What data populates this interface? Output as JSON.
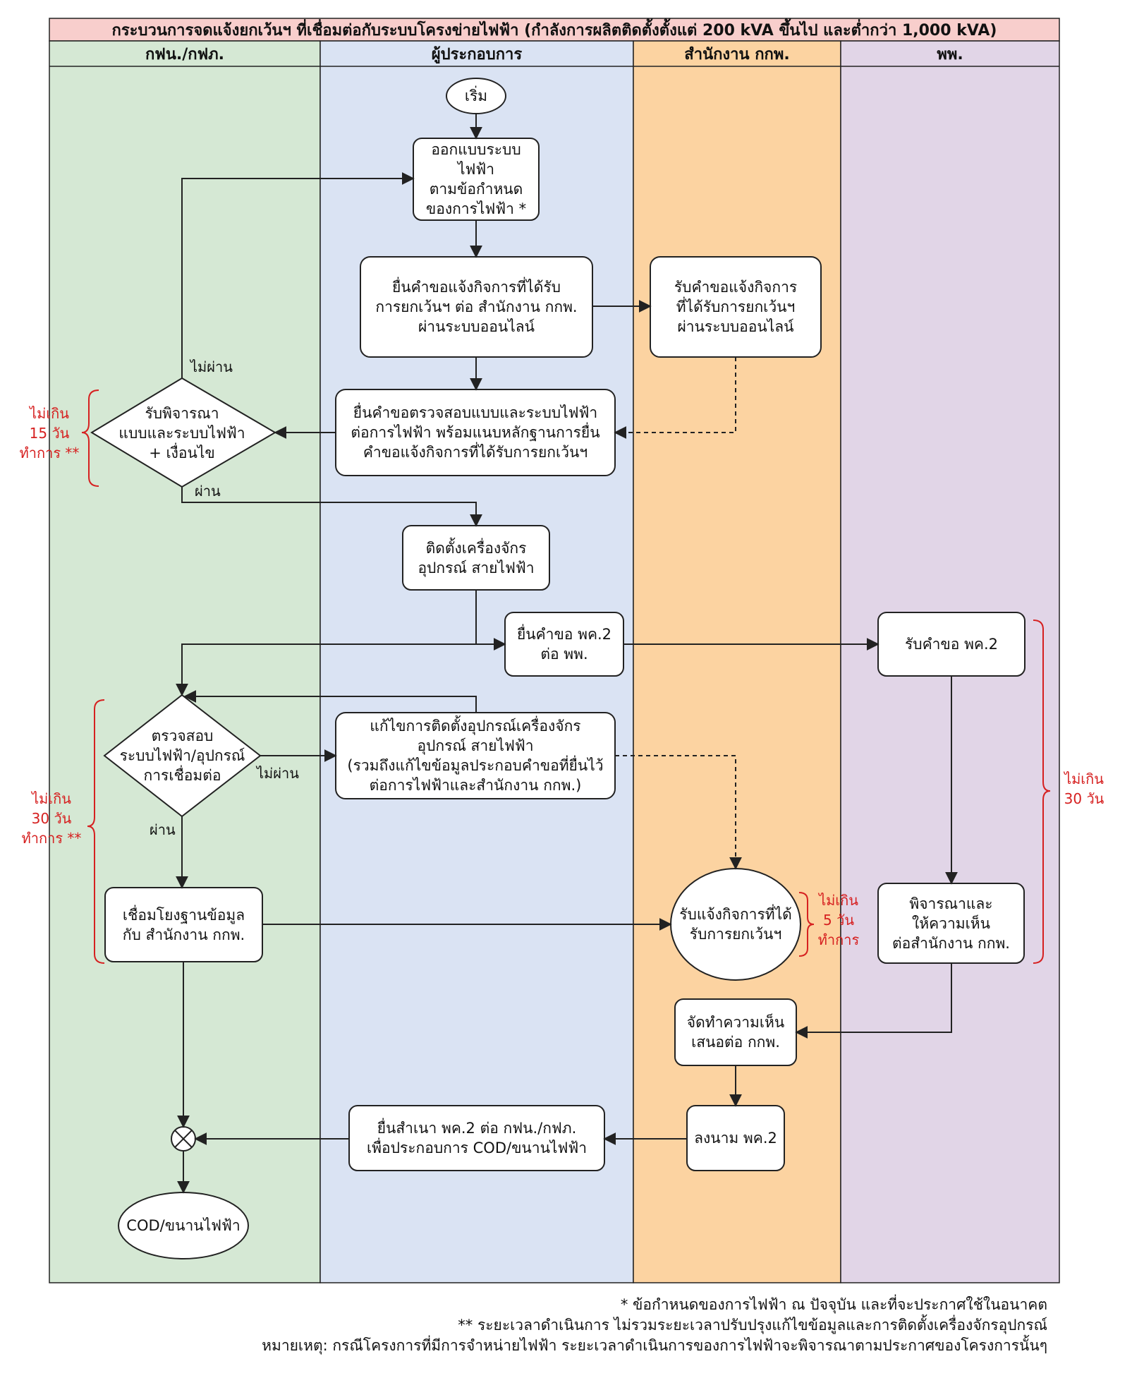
{
  "title": "กระบวนการจดแจ้งยกเว้นฯ ที่เชื่อมต่อกับระบบโครงข่ายไฟฟ้า (กำลังการผลิตติดตั้งตั้งแต่ 200 kVA ขึ้นไป และต่ำกว่า 1,000 kVA)",
  "lanes": [
    {
      "name": "กฟน./กฟภ.",
      "color": "#d5e8d4"
    },
    {
      "name": "ผู้ประกอบการ",
      "color": "#dae3f3"
    },
    {
      "name": "สำนักงาน กกพ.",
      "color": "#fcd3a1"
    },
    {
      "name": "พพ.",
      "color": "#e1d5e7"
    }
  ],
  "colors": {
    "title_bg": "#f8cecc",
    "line": "#222222",
    "annotation": "#d62020"
  },
  "nodes": {
    "start": "เริ่ม",
    "design": "ออกแบบระบบ\nไฟฟ้า\nตามข้อกำหนด\nของการไฟฟ้า *",
    "submit_notice": "ยื่นคำขอแจ้งกิจการที่ได้รับ\nการยกเว้นฯ ต่อ สำนักงาน กกพ.\nผ่านระบบออนไลน์",
    "receive_notice": "รับคำขอแจ้งกิจการ\nที่ได้รับการยกเว้นฯ\nผ่านระบบออนไลน์",
    "submit_inspect": "ยื่นคำขอตรวจสอบแบบและระบบไฟฟ้า\nต่อการไฟฟ้า พร้อมแนบหลักฐานการยื่น\nคำขอแจ้งกิจการที่ได้รับการยกเว้นฯ",
    "consider_design": "รับพิจารณา\nแบบและระบบไฟฟ้า\n+ เงื่อนไข",
    "install": "ติดตั้งเครื่องจักร\nอุปกรณ์ สายไฟฟ้า",
    "submit_pk2": "ยื่นคำขอ พค.2\nต่อ พพ.",
    "receive_pk2": "รับคำขอ พค.2",
    "inspect_system": "ตรวจสอบ\nระบบไฟฟ้า/อุปกรณ์\nการเชื่อมต่อ",
    "fix_install": "แก้ไขการติดตั้งอุปกรณ์เครื่องจักร\nอุปกรณ์ สายไฟฟ้า\n(รวมถึงแก้ไขข้อมูลประกอบคำขอที่ยื่นไว้\nต่อการไฟฟ้าและสำนักงาน กกพ.)",
    "link_db": "เชื่อมโยงฐานข้อมูล\nกับ สำนักงาน กกพ.",
    "receive_exempt": "รับแจ้งกิจการที่ได้\nรับการยกเว้นฯ",
    "dede_opinion": "พิจารณาและ\nให้ความเห็น\nต่อสำนักงาน กกพ.",
    "prepare_opinion": "จัดทำความเห็น\nเสนอต่อ กกพ.",
    "sign_pk2": "ลงนาม พค.2",
    "submit_copy": "ยื่นสำเนา พค.2 ต่อ กฟน./กฟภ.\nเพื่อประกอบการ COD/ขนานไฟฟ้า",
    "cod": "COD/ขนานไฟฟ้า"
  },
  "labels": {
    "fail_design": "ไม่ผ่าน",
    "pass_design": "ผ่าน",
    "fail_inspect": "ไม่ผ่าน",
    "pass_inspect": "ผ่าน"
  },
  "durations": {
    "d15": "ไม่เกิน\n15 วัน\nทำการ **",
    "d30_left": "ไม่เกิน\n30 วัน\nทำการ **",
    "d5": "ไม่เกิน\n5 วัน\nทำการ",
    "d30_right": "ไม่เกิน\n30 วัน"
  },
  "footnotes": [
    "* ข้อกำหนดของการไฟฟ้า ณ ปัจจุบัน และที่จะประกาศใช้ในอนาคต",
    "** ระยะเวลาดำเนินการ ไม่รวมระยะเวลาปรับปรุงแก้ไขข้อมูลและการติดตั้งเครื่องจักรอุปกรณ์",
    "หมายเหตุ: กรณีโครงการที่มีการจำหน่ายไฟฟ้า ระยะเวลาดำเนินการของการไฟฟ้าจะพิจารณาตามประกาศของโครงการนั้นๆ"
  ]
}
